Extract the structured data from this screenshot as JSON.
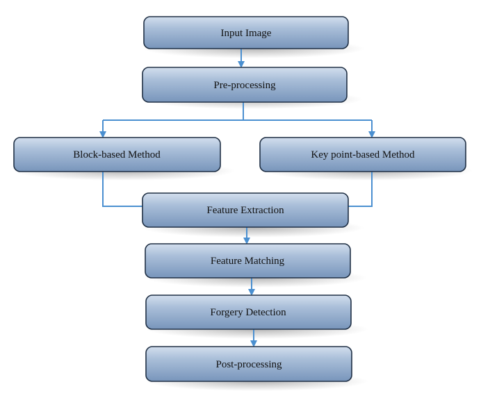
{
  "diagram": {
    "type": "flowchart",
    "nodes": {
      "input_image": "Input Image",
      "pre_processing": "Pre-processing",
      "block_based_method": "Block-based Method",
      "key_point_based_method": "Key point-based Method",
      "feature_extraction": "Feature Extraction",
      "feature_matching": "Feature Matching",
      "forgery_detection": "Forgery Detection",
      "post_processing": "Post-processing"
    },
    "edges": [
      [
        "input_image",
        "pre_processing"
      ],
      [
        "pre_processing",
        "block_based_method"
      ],
      [
        "pre_processing",
        "key_point_based_method"
      ],
      [
        "block_based_method",
        "feature_extraction"
      ],
      [
        "key_point_based_method",
        "feature_extraction"
      ],
      [
        "feature_extraction",
        "feature_matching"
      ],
      [
        "feature_matching",
        "forgery_detection"
      ],
      [
        "forgery_detection",
        "post_processing"
      ]
    ],
    "colors": {
      "box_top": "#c3d3e6",
      "box_bottom": "#7f9dc1",
      "box_border": "#1f2f44",
      "connector": "#4a8fd0",
      "text": "#111111"
    }
  }
}
